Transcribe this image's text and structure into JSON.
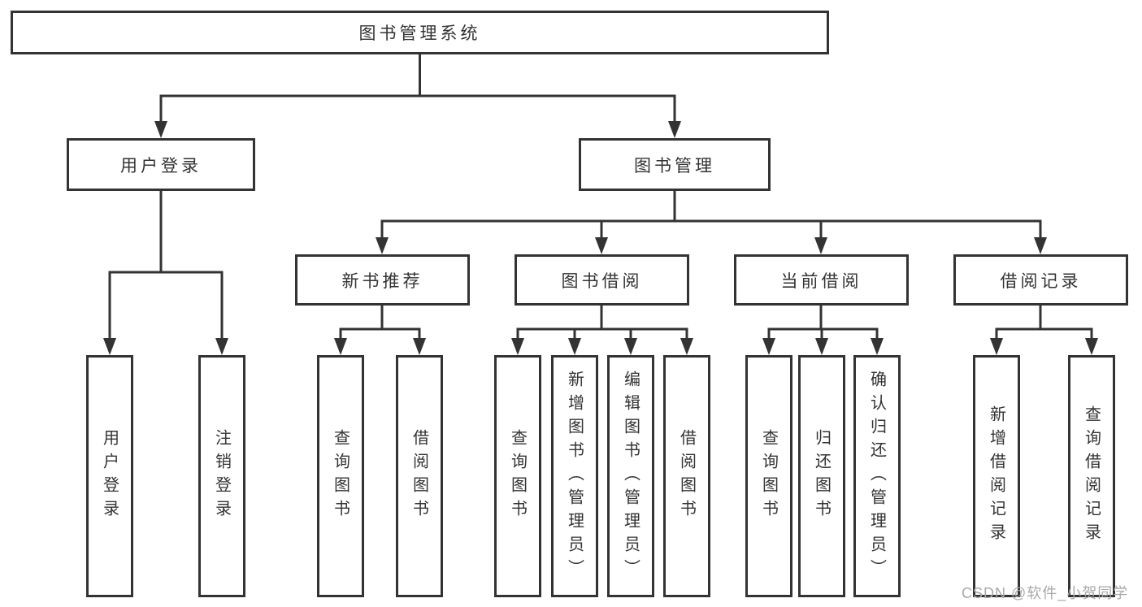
{
  "colors": {
    "line": "#333333",
    "box_border": "#333333",
    "text": "#333333",
    "background": "#ffffff",
    "watermark_text": "#a8a8ad"
  },
  "watermark": "CSDN @软件_小贺同学",
  "tree": {
    "root": {
      "label": "图书管理系统"
    },
    "branches": [
      {
        "label": "用户登录",
        "children": [
          {
            "label": "用户登录"
          },
          {
            "label": "注销登录"
          }
        ]
      },
      {
        "label": "图书管理",
        "children": [
          {
            "label": "新书推荐",
            "children": [
              {
                "label": "查询图书"
              },
              {
                "label": "借阅图书"
              }
            ]
          },
          {
            "label": "图书借阅",
            "children": [
              {
                "label": "查询图书"
              },
              {
                "label": "新增图书（管理员）"
              },
              {
                "label": "编辑图书（管理员）"
              },
              {
                "label": "借阅图书"
              }
            ]
          },
          {
            "label": "当前借阅",
            "children": [
              {
                "label": "查询图书"
              },
              {
                "label": "归还图书"
              },
              {
                "label": "确认归还（管理员）"
              }
            ]
          },
          {
            "label": "借阅记录",
            "children": [
              {
                "label": "新增借阅记录"
              },
              {
                "label": "查询借阅记录"
              }
            ]
          }
        ]
      }
    ]
  }
}
